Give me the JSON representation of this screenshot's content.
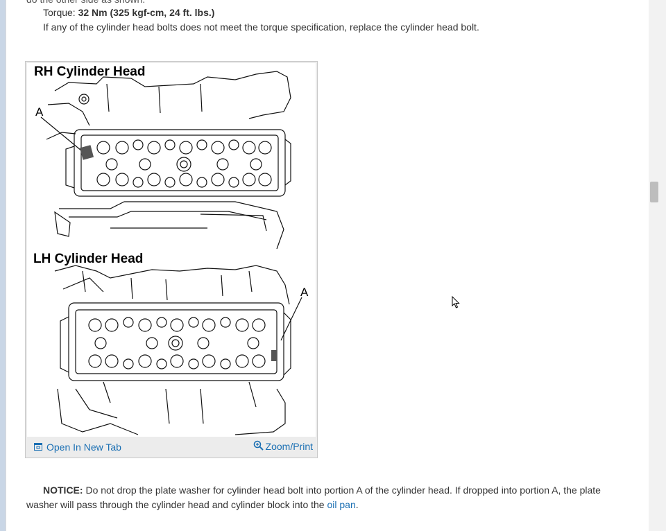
{
  "content": {
    "cut_line": "do the other side as shown.",
    "torque_label": "Torque:",
    "torque_value": "32 Nm (325 kgf-cm, 24 ft. lbs.)",
    "torque_note": "If any of the cylinder head bolts does not meet the torque specification, replace the cylinder head bolt."
  },
  "figure": {
    "rh_title": "RH Cylinder Head",
    "lh_title": "LH Cylinder Head",
    "label_a": "A",
    "open_tab_label": "Open In New Tab",
    "zoom_label": "Zoom/Print",
    "open_tab_icon": "open-in-new-tab-icon",
    "zoom_icon": "magnifier-plus-icon"
  },
  "notice": {
    "label": "NOTICE:",
    "text": "Do not drop the plate washer for cylinder head bolt into portion A of the cylinder head. If dropped into portion A, the plate washer will pass through the cylinder head and cylinder block into the",
    "link": "oil pan",
    "end": "."
  },
  "colors": {
    "link": "#1a6fb3",
    "text": "#333333",
    "sidebar": "#c9d6e6"
  }
}
